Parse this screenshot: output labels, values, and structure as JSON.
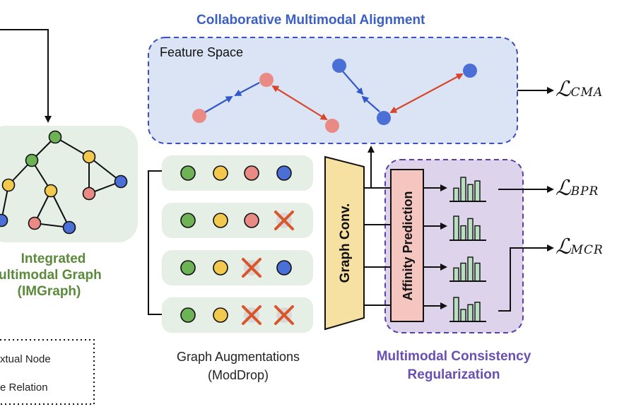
{
  "titles": {
    "cma": "Collaborative Multimodal Alignment",
    "feature_space": "Feature Space",
    "imgraph_line1": "Integrated",
    "imgraph_line2": "ultimodal Graph",
    "imgraph_line3": "(IMGraph)",
    "augment_line1": "Graph Augmentations",
    "augment_line2": "(ModDrop)",
    "mcr_line1": "Multimodal Consistency",
    "mcr_line2": "Regularization",
    "graph_conv": "Graph Conv.",
    "affinity": "Affinity Prediction"
  },
  "legend": {
    "item1": "xtual Node",
    "item2": "e Relation"
  },
  "losses": {
    "cma": {
      "symbol": "ℒ",
      "sub": "CMA"
    },
    "bpr": {
      "symbol": "ℒ",
      "sub": "BPR"
    },
    "mcr": {
      "symbol": "ℒ",
      "sub": "MCR"
    }
  },
  "colors": {
    "green": "#6db356",
    "yellow": "#f2c94c",
    "pink": "#e98a84",
    "blue": "#4a6fd6",
    "cross": "#d9562b",
    "arrow_blue": "#3358cc",
    "arrow_red": "#d9452b",
    "feature_bg": "#dbe4f5",
    "feature_border": "#3b4fc4",
    "mcr_bg": "#ddd4ec",
    "mcr_border": "#5a3fa8",
    "conv_fill": "#f7e1a2",
    "affinity_fill": "#f5c6c0",
    "bar_fill": "#b8dfc0",
    "graph_bg": "#e5efe6"
  },
  "augment_rows": [
    [
      "green",
      "yellow",
      "pink",
      "blue"
    ],
    [
      "green",
      "yellow",
      "pink",
      "cross"
    ],
    [
      "green",
      "yellow",
      "cross",
      "blue"
    ],
    [
      "green",
      "yellow",
      "cross",
      "cross"
    ]
  ],
  "histograms": [
    [
      0.55,
      1.0,
      0.7,
      0.85
    ],
    [
      1.0,
      0.6,
      0.9,
      0.6
    ],
    [
      0.55,
      0.75,
      1.0,
      0.75
    ],
    [
      1.0,
      0.5,
      0.7,
      0.8
    ]
  ]
}
